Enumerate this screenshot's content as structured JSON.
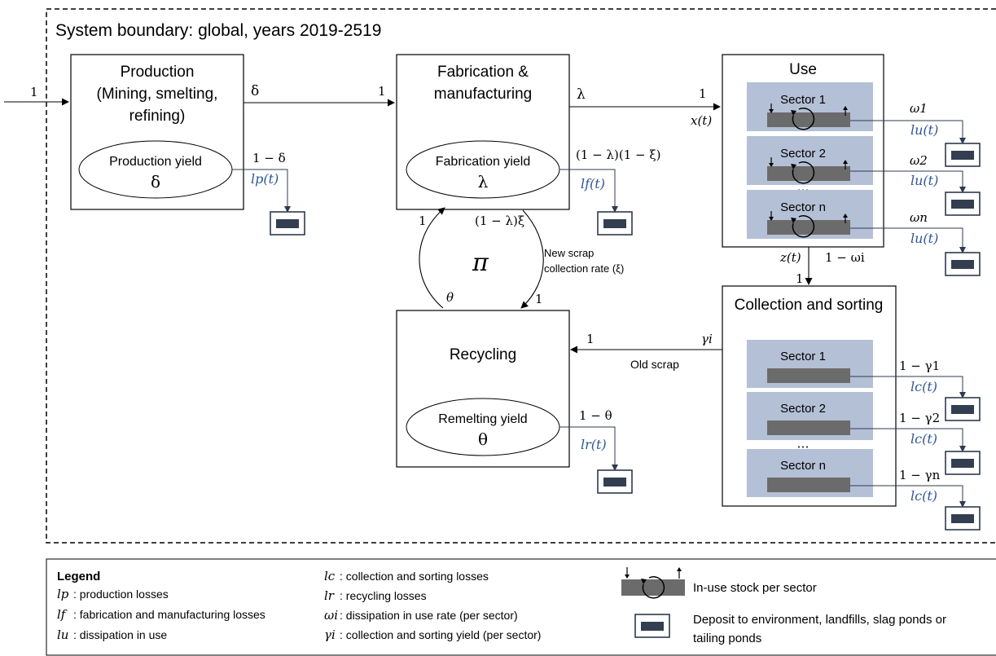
{
  "boundary_label": "System boundary: global, years 2019-2519",
  "input_label": "1",
  "production": {
    "title": [
      "Production",
      "(Mining, smelting,",
      "refining)"
    ],
    "yield_label": "Production yield",
    "yield_symbol": "δ",
    "out_label": "δ",
    "loss_label": "1 − δ",
    "loss_fn": "lp(t)"
  },
  "fabrication": {
    "title": [
      "Fabrication &",
      "manufacturing"
    ],
    "in_label": "1",
    "yield_label": "Fabrication yield",
    "yield_symbol": "λ",
    "out_label": "λ",
    "loss_label": "(1 − λ)(1 − ξ)",
    "loss_fn": "lf(t)",
    "scrap_label": "(1 − λ)ξ",
    "return_label": "1"
  },
  "use": {
    "title": "Use",
    "in_label": "1",
    "in_fn": "x(t)",
    "sectors": [
      {
        "name": "Sector 1",
        "omega": "ω1",
        "loss_fn": "lu(t)"
      },
      {
        "name": "Sector 2",
        "omega": "ω2",
        "loss_fn": "lu(t)"
      },
      {
        "name": "Sector n",
        "omega": "ωn",
        "loss_fn": "lu(t)"
      }
    ],
    "ellipsis": "⋯",
    "out_fn": "z(t)",
    "out_label": "1 − ωi"
  },
  "recycling_loop": {
    "pi": "π",
    "new_scrap": [
      "New scrap",
      "collection rate (ξ)"
    ],
    "theta": "θ",
    "in_label": "1"
  },
  "recycling": {
    "title": "Recycling",
    "in_label": "1",
    "yield_label": "Remelting yield",
    "yield_symbol": "θ",
    "loss_label": "1 − θ",
    "loss_fn": "lr(t)"
  },
  "collection": {
    "title": "Collection and sorting",
    "in_label": "1",
    "gamma": "γi",
    "old_scrap": "Old scrap",
    "sectors": [
      {
        "name": "Sector 1",
        "loss_label": "1 − γ1",
        "loss_fn": "lc(t)"
      },
      {
        "name": "Sector 2",
        "loss_label": "1 − γ2",
        "loss_fn": "lc(t)"
      },
      {
        "name": "Sector n",
        "loss_label": "1 − γn",
        "loss_fn": "lc(t)"
      }
    ],
    "ellipsis": "⋯"
  },
  "legend": {
    "title": "Legend",
    "col1": [
      {
        "sym": "lp",
        "text": ": production losses"
      },
      {
        "sym": "lf",
        "text": ": fabrication and manufacturing losses"
      },
      {
        "sym": "lu",
        "text": ": dissipation in use"
      }
    ],
    "col2": [
      {
        "sym": "lc",
        "text": ": collection and sorting losses"
      },
      {
        "sym": "lr",
        "text": ":  recycling losses"
      },
      {
        "sym": "ωi",
        "text": ": dissipation in use rate (per sector)"
      },
      {
        "sym": "γi",
        "text": ": collection and sorting yield (per sector)"
      }
    ],
    "stock_label": "In-use stock per sector",
    "deposit_label": [
      "Deposit to environment, landfills, slag ponds or",
      "tailing ponds"
    ]
  },
  "colors": {
    "sector_fill": "#b4c0d6",
    "bar_fill": "#6b6b6b",
    "deposit_fill": "#333f50",
    "symbol_blue": "#2f5597"
  }
}
